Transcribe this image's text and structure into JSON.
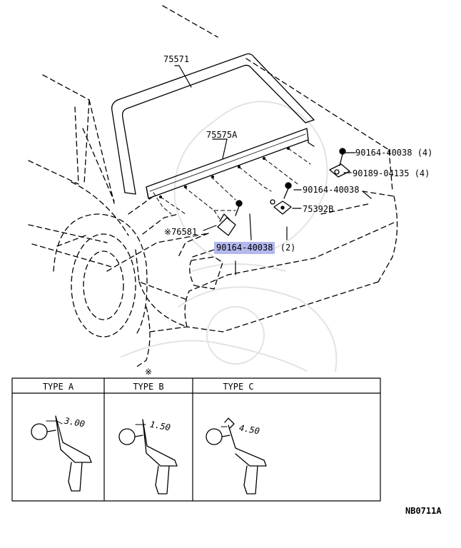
{
  "parts": {
    "p75571": "75571",
    "p75575a": "75575A",
    "p90164_4": "90164-40038 (4)",
    "p90189_4": "90189-04135 (4)",
    "p90164": "90164-40038",
    "p75392b": "75392B",
    "p76581": "76581",
    "p76581_mark": "※",
    "p90164_2": "90164-40038",
    "p90164_2_qty": "(2)"
  },
  "detail_table": {
    "mark": "※",
    "headers": [
      "TYPE A",
      "TYPE B",
      "TYPE C"
    ],
    "dimensions": [
      "3.00",
      "1.50",
      "4.50"
    ]
  },
  "ref_code": "NB0711A",
  "colors": {
    "highlight": "#b3b8ee",
    "ink": "#000000"
  }
}
